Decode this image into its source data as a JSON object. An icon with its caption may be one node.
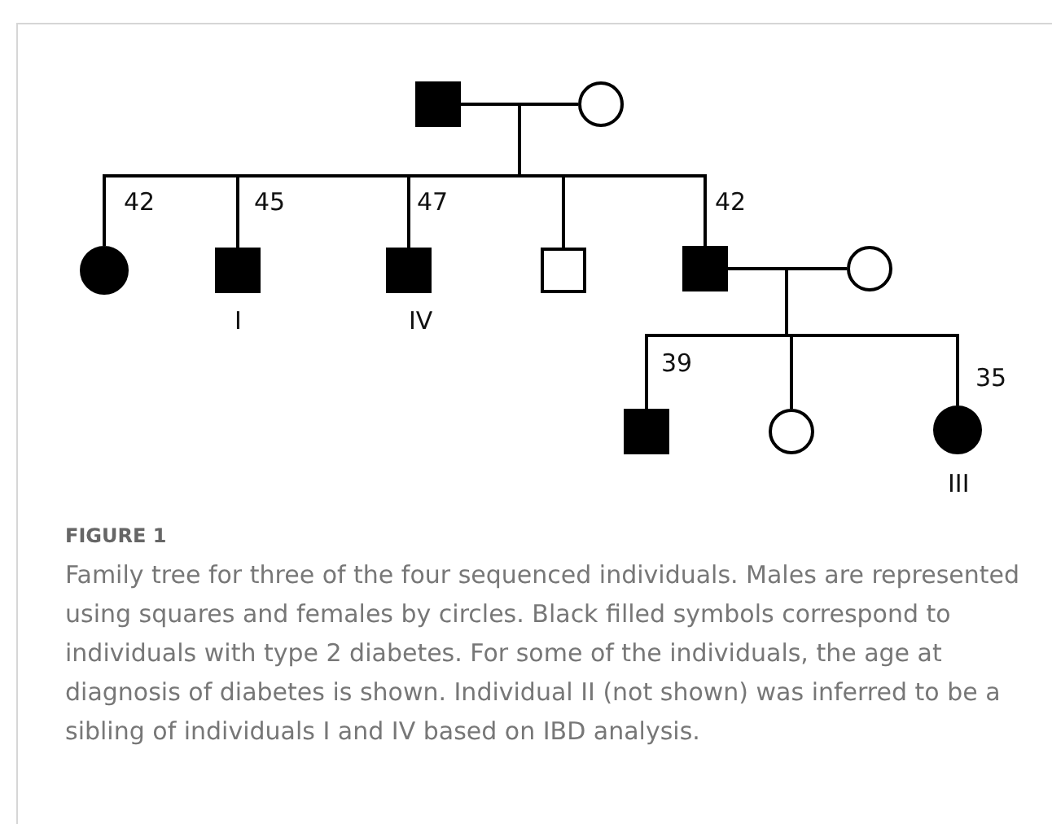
{
  "diagram": {
    "title": "FIGURE 1",
    "caption": "Family tree for three of the four sequenced individuals. Males are represented using squares and females by circles. Black filled symbols correspond to individuals with type 2 diabetes. For some of the individuals, the age at diagnosis of diabetes is shown. Individual II (not shown) was inferred to be a sibling of individuals I and IV based on IBD analysis.",
    "nodes": [
      {
        "text": [],
        "shape": "filled-square"
      },
      {
        "text": [],
        "shape": "circle"
      },
      {
        "text": [],
        "shape": "filled-circle",
        "beside": [
          "42"
        ]
      },
      {
        "text": [],
        "shape": "filled-square",
        "beside": [
          "45",
          "I"
        ]
      },
      {
        "text": [],
        "shape": "filled-square",
        "beside": [
          "47",
          "IV"
        ]
      },
      {
        "text": [],
        "shape": "square"
      },
      {
        "text": [],
        "shape": "filled-square",
        "beside": [
          "42"
        ]
      },
      {
        "text": [],
        "shape": "circle"
      },
      {
        "text": [],
        "shape": "filled-square",
        "beside": [
          "39"
        ]
      },
      {
        "text": [],
        "shape": "circle"
      },
      {
        "text": [],
        "shape": "filled-circle",
        "beside": [
          "35",
          "III"
        ]
      }
    ],
    "edges": [
      {
        "from": 0,
        "to": 1,
        "arrow": "none"
      },
      {
        "from": 0,
        "to": 2,
        "arrow": "none"
      },
      {
        "from": 1,
        "to": 2,
        "arrow": "none"
      },
      {
        "from": 0,
        "to": 3,
        "arrow": "none"
      },
      {
        "from": 1,
        "to": 3,
        "arrow": "none"
      },
      {
        "from": 0,
        "to": 4,
        "arrow": "none"
      },
      {
        "from": 1,
        "to": 4,
        "arrow": "none"
      },
      {
        "from": 0,
        "to": 5,
        "arrow": "none"
      },
      {
        "from": 1,
        "to": 5,
        "arrow": "none"
      },
      {
        "from": 0,
        "to": 6,
        "arrow": "none"
      },
      {
        "from": 1,
        "to": 6,
        "arrow": "none"
      },
      {
        "from": 6,
        "to": 7,
        "arrow": "none"
      },
      {
        "from": 6,
        "to": 8,
        "arrow": "none"
      },
      {
        "from": 7,
        "to": 8,
        "arrow": "none"
      },
      {
        "from": 6,
        "to": 9,
        "arrow": "none"
      },
      {
        "from": 7,
        "to": 9,
        "arrow": "none"
      },
      {
        "from": 6,
        "to": 10,
        "arrow": "none"
      },
      {
        "from": 7,
        "to": 10,
        "arrow": "none"
      }
    ]
  }
}
